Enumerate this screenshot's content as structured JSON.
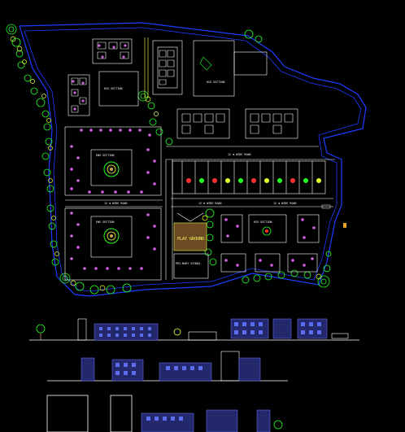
{
  "title": "",
  "labels": {
    "zone_top": "HIG SECTION",
    "zone_right": "HIG SECTION",
    "zone_mid": "HIG SECTION",
    "ews_upper": "EWS SECTION",
    "ews_lower": "EWS SECTION",
    "road_top": "12 m WIDE ROAD",
    "road_mid_left": "12 m WIDE ROAD",
    "road_mid": "12 m WIDE ROAD",
    "road_right": "12 m WIDE ROAD",
    "play_ground": "PLAY GROUND",
    "primary_school": "PRI-MARY SCHOOL"
  },
  "colors": {
    "background": "#000000",
    "boundary": "#1e3cff",
    "plot_line": "#ffffff",
    "tree": "#22ff22",
    "tree_yellow": "#e8ff30",
    "unit": "#d060e0",
    "elevation_blue": "#5c6cf0",
    "ground": "#c8a060"
  }
}
